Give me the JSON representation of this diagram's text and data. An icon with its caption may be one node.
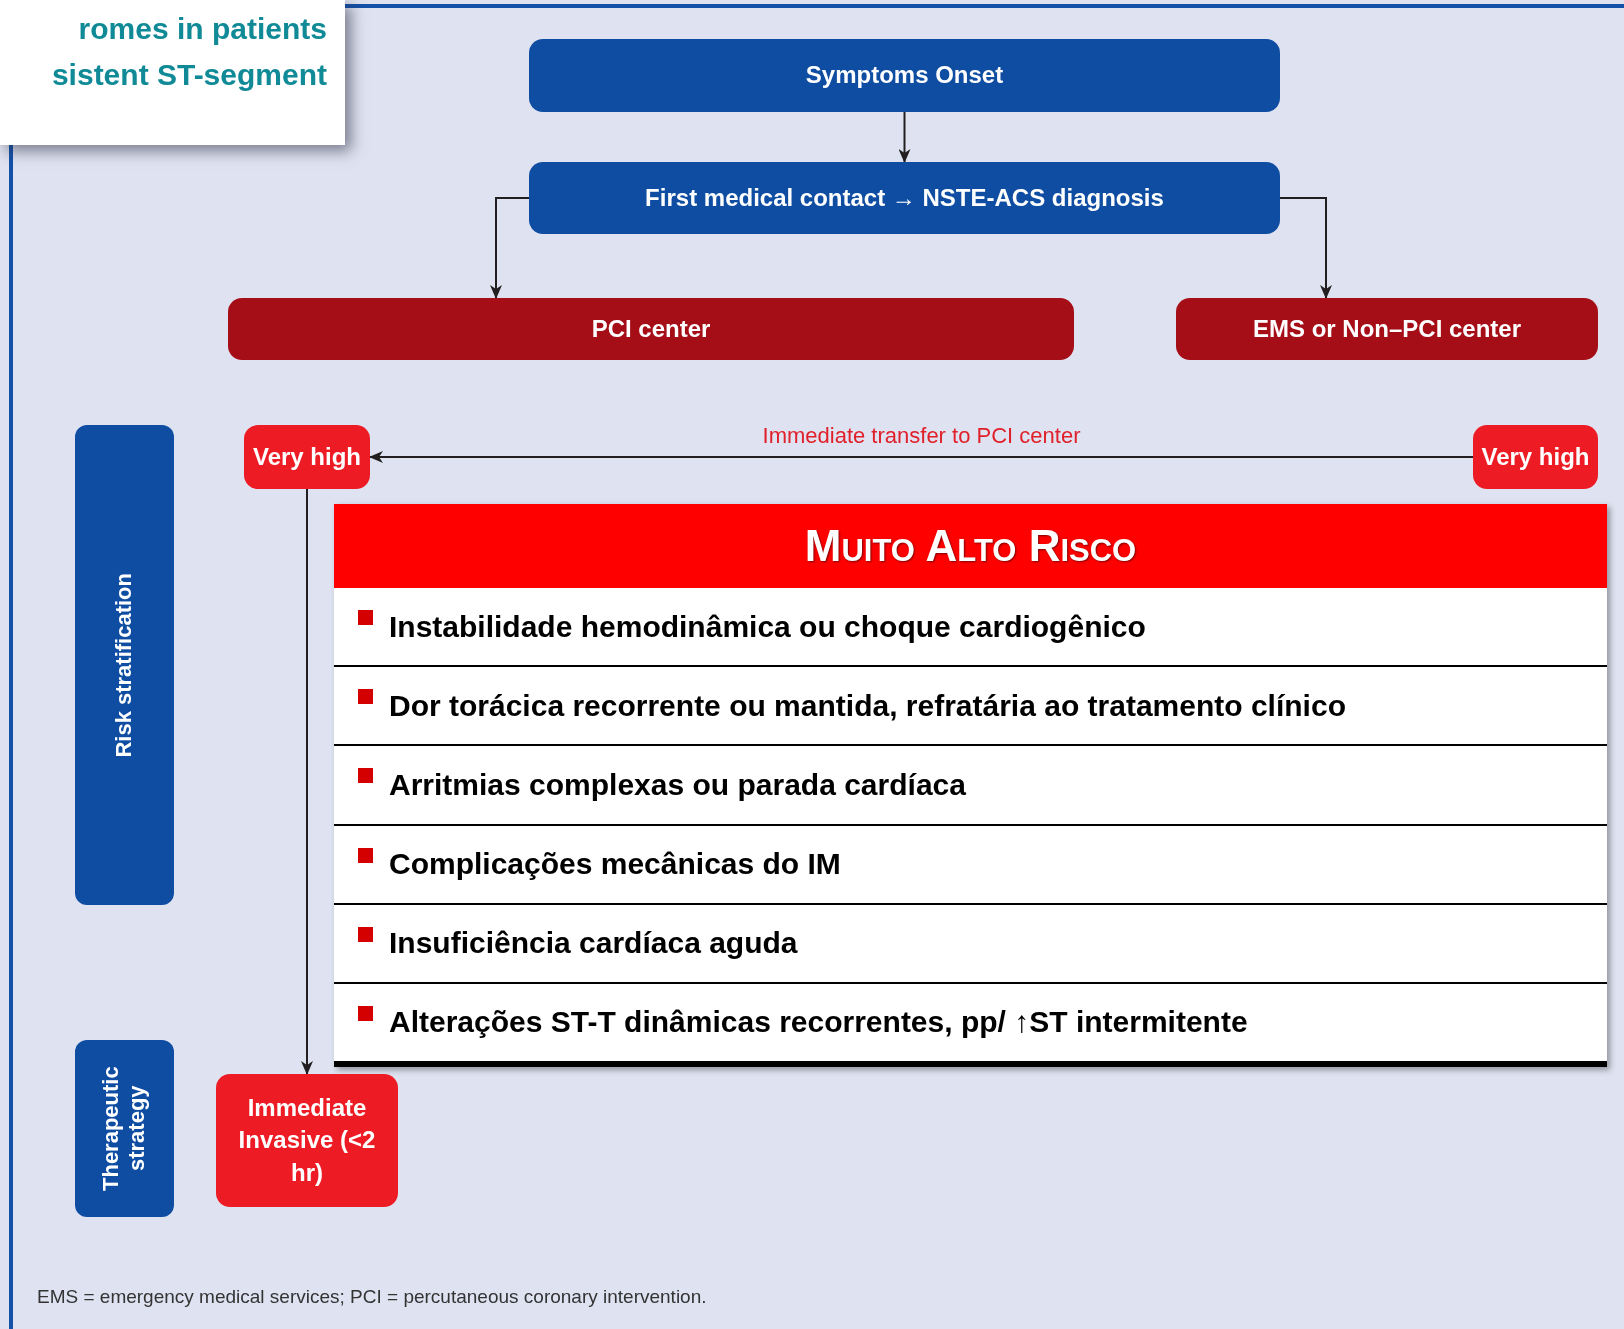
{
  "diagram": {
    "nodes": [
      {
        "text": [
          "Symptoms Onset"
        ]
      },
      {
        "text": [
          "First medical contact → NSTE-ACS diagnosis"
        ]
      },
      {
        "text": [
          "PCI center"
        ]
      },
      {
        "text": [
          "EMS or Non–PCI center"
        ]
      },
      {
        "text": [
          "Risk stratification"
        ]
      },
      {
        "text": [
          "Very high"
        ]
      },
      {
        "text": [
          "Very high"
        ]
      },
      {
        "text": [
          "Muito Alto Risco",
          "Instabilidade hemodinâmica ou choque cardiogênico",
          "Dor torácica recorrente ou mantida, refratária ao tratamento clínico",
          "Arritmias complexas ou parada cardíaca",
          "Complicações mecânicas do IM",
          "Insuficiência cardíaca aguda",
          "Alterações ST-T dinâmicas recorrentes, pp/ ↑ST intermitente"
        ]
      },
      {
        "text": [
          "Therapeutic strategy"
        ]
      },
      {
        "text": [
          "Immediate Invasive (<2 hr)"
        ]
      }
    ],
    "edges": [
      {
        "from": 0,
        "to": 1,
        "arrow": "to"
      },
      {
        "from": 1,
        "to": 2,
        "arrow": "to"
      },
      {
        "from": 1,
        "to": 3,
        "arrow": "to"
      },
      {
        "from": 6,
        "to": 5,
        "arrow": "to",
        "label": "Immediate transfer to PCI center"
      },
      {
        "from": 5,
        "to": 9,
        "arrow": "to"
      }
    ],
    "labels": [
      "romes in patients",
      "sistent ST-segment",
      "EMS = emergency medical services; PCI = percutaneous coronary intervention."
    ]
  }
}
